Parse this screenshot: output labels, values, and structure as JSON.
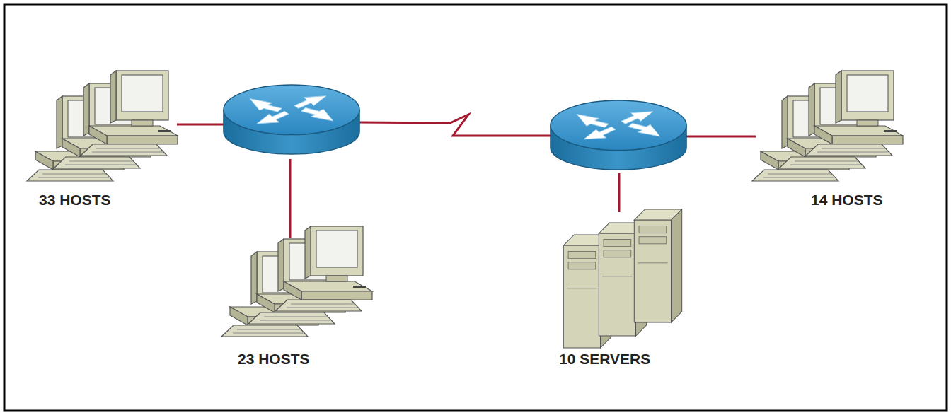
{
  "diagram": {
    "labels": [
      "33 HOSTS",
      "23 HOSTS",
      "10 SERVERS",
      "14 HOSTS"
    ]
  }
}
